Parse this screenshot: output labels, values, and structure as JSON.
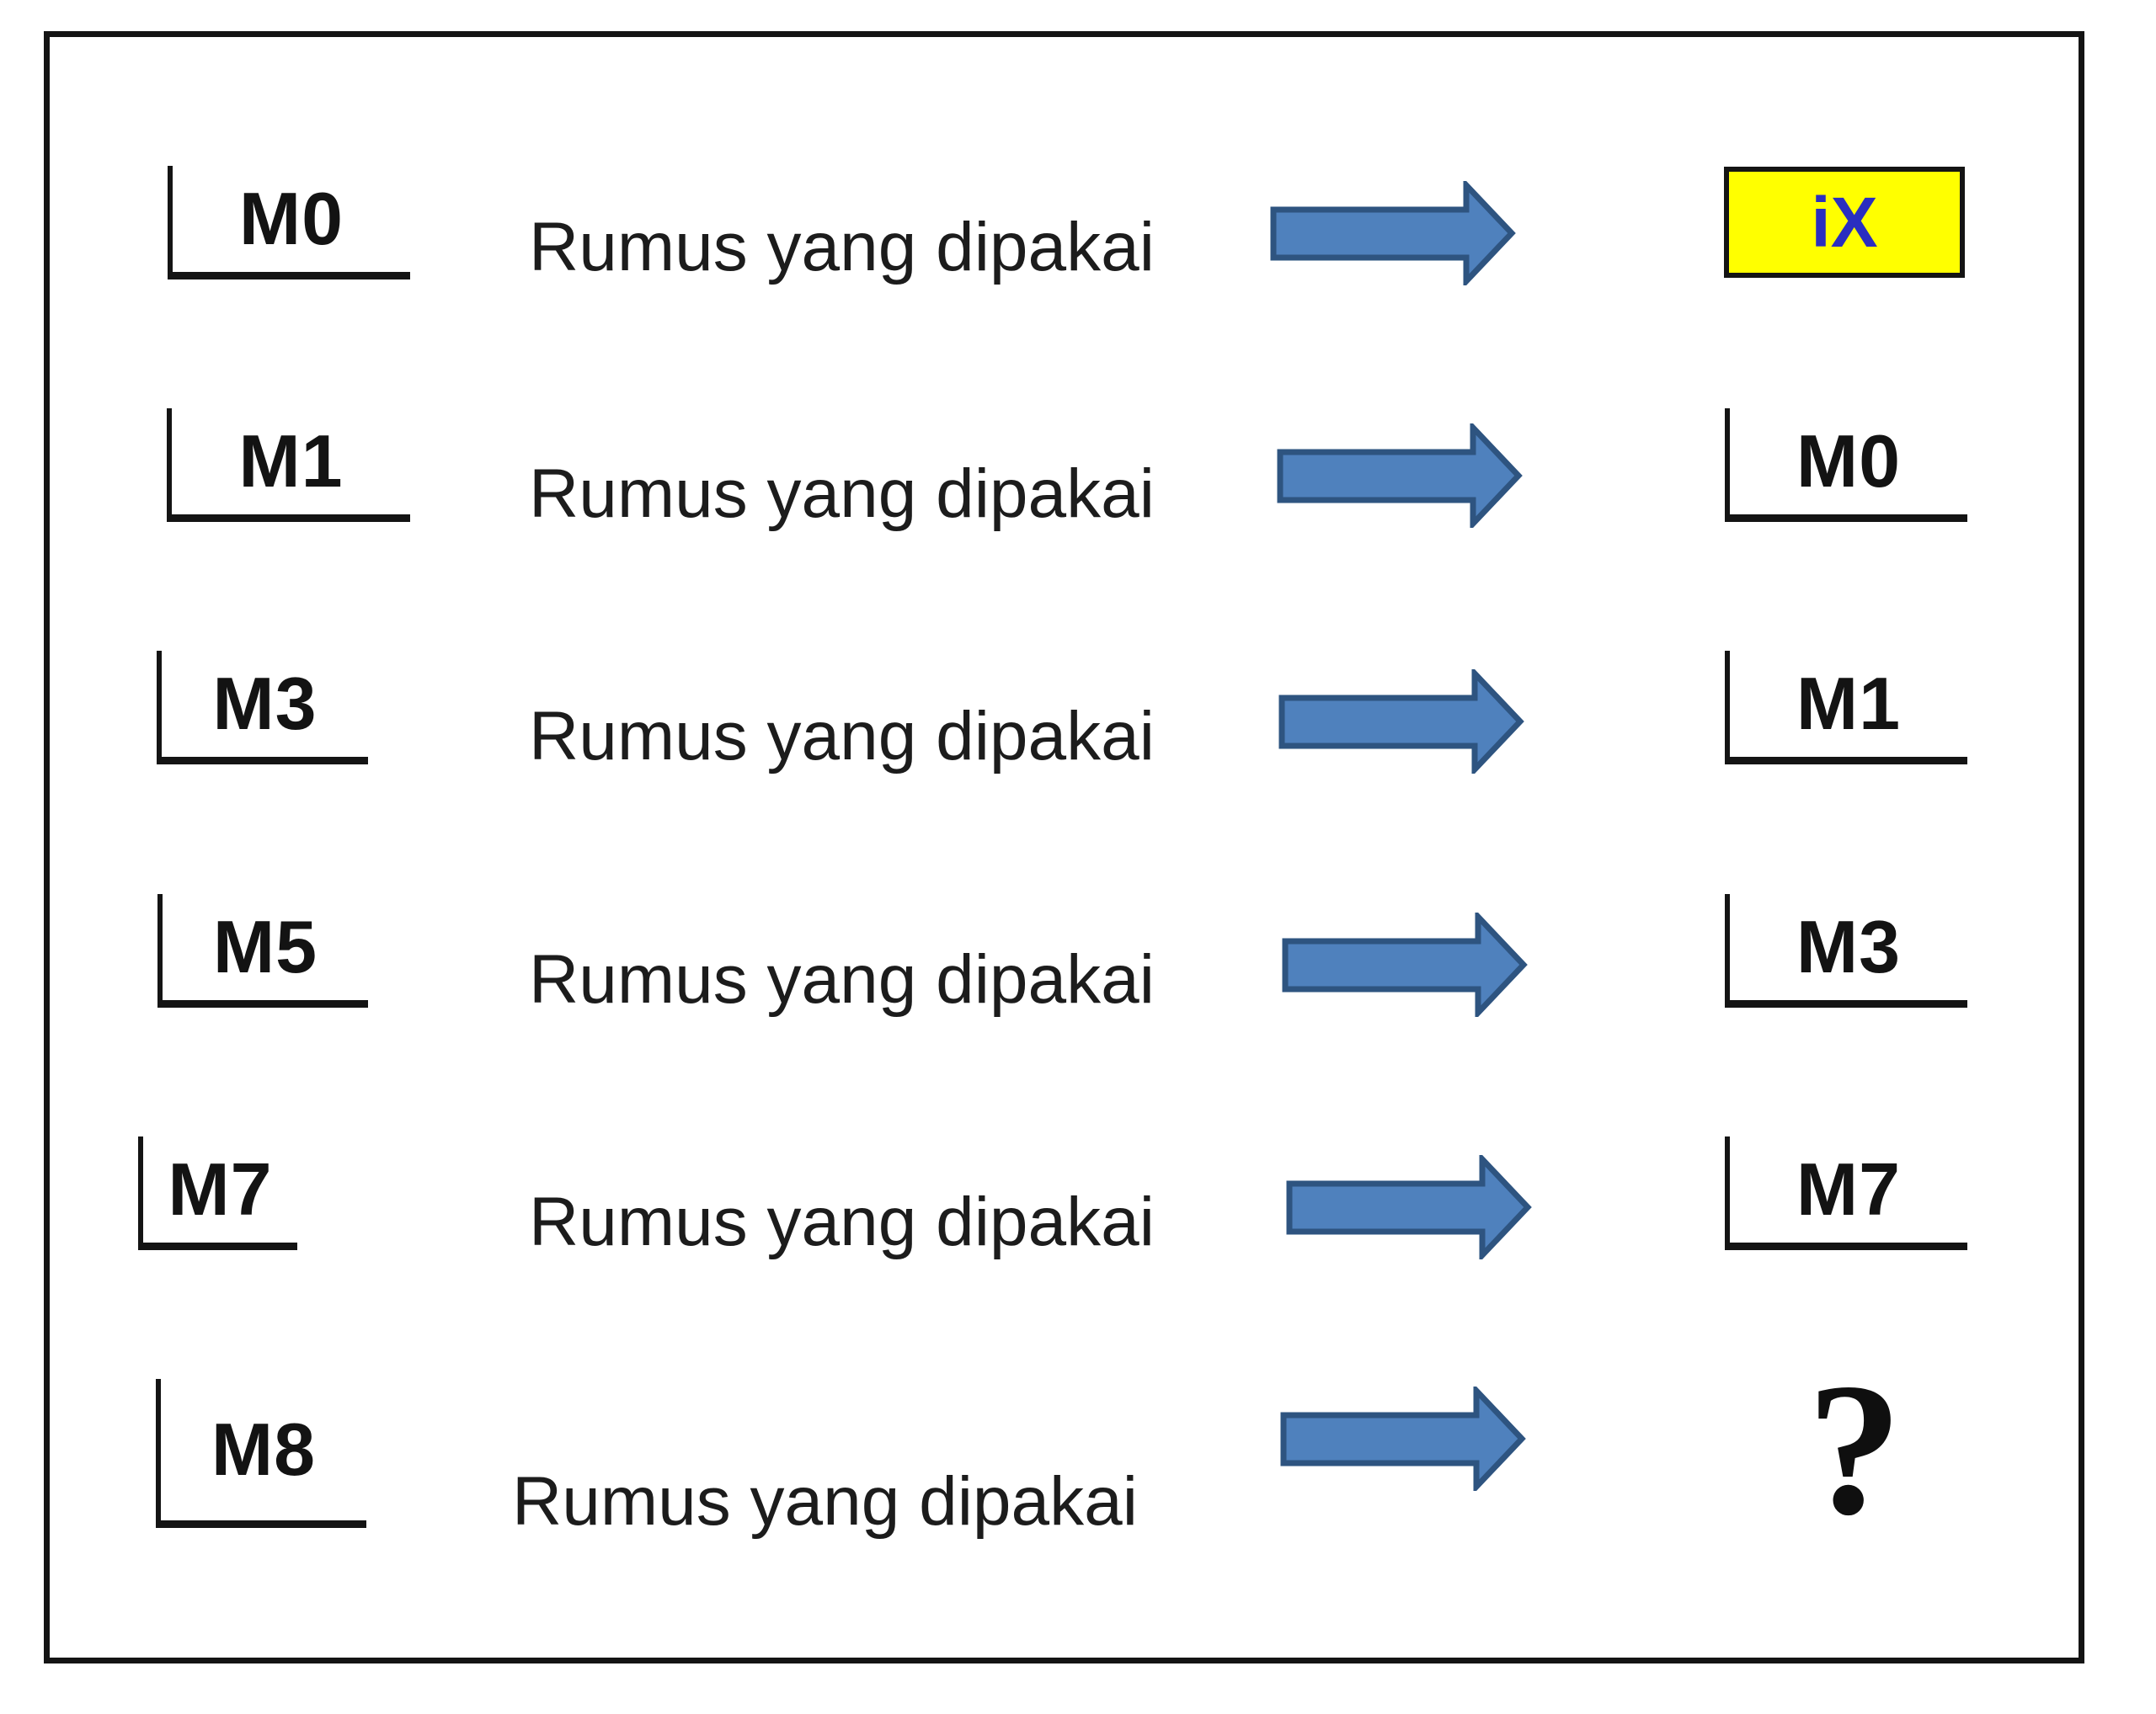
{
  "diagram": {
    "description_note": "",
    "colors": {
      "arrow_fill": "#4f81bd",
      "arrow_stroke": "#2e5480",
      "highlight_fill": "#ffff00",
      "highlight_text": "#2a2ec0",
      "line_color": "#141414",
      "text_color": "#1c1c1c"
    },
    "rows": [
      {
        "source": "M0",
        "formula": "Rumus yang dipakai",
        "target": "iX",
        "target_type": "highlight-box"
      },
      {
        "source": "M1",
        "formula": "Rumus yang dipakai",
        "target": "M0",
        "target_type": "bracket"
      },
      {
        "source": "M3",
        "formula": "Rumus yang dipakai",
        "target": "M1",
        "target_type": "bracket"
      },
      {
        "source": "M5",
        "formula": "Rumus yang dipakai",
        "target": "M3",
        "target_type": "bracket"
      },
      {
        "source": "M7",
        "formula": "Rumus yang dipakai",
        "target": "M7",
        "target_type": "bracket"
      },
      {
        "source": "M8",
        "formula": "Rumus yang dipakai",
        "target": "?",
        "target_type": "question"
      }
    ]
  }
}
